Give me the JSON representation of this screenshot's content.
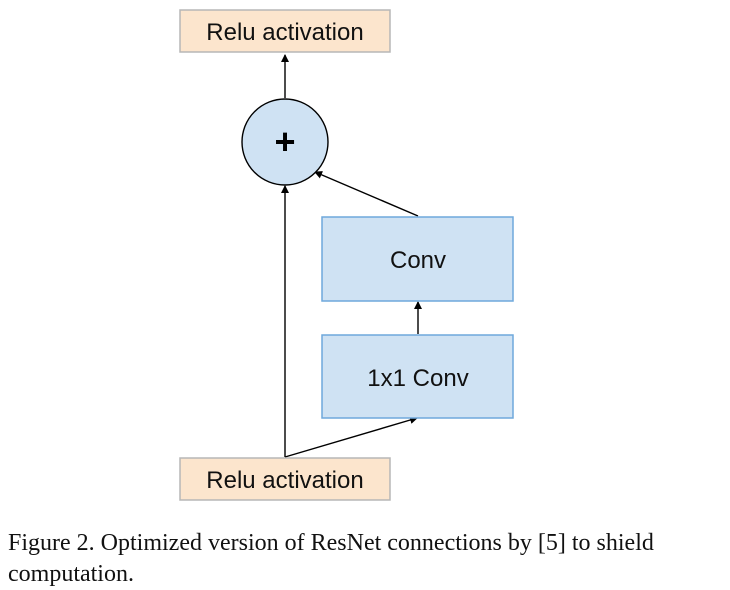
{
  "diagram": {
    "top_node": {
      "label": "Relu activation"
    },
    "bottom_node": {
      "label": "Relu activation"
    },
    "add_node": {
      "symbol": "+"
    },
    "conv_node": {
      "label": "Conv"
    },
    "conv1x1_node": {
      "label": "1x1 Conv"
    },
    "colors": {
      "relu_fill": "#fce5cd",
      "relu_stroke": "#b7b7b7",
      "conv_fill": "#cfe2f3",
      "conv_stroke": "#6fa8dc",
      "add_fill": "#cfe2f3",
      "add_stroke": "#000000",
      "arrow": "#000000"
    }
  },
  "caption": {
    "text": "Figure 2. Optimized version of ResNet connections by [5] to shield computation."
  }
}
